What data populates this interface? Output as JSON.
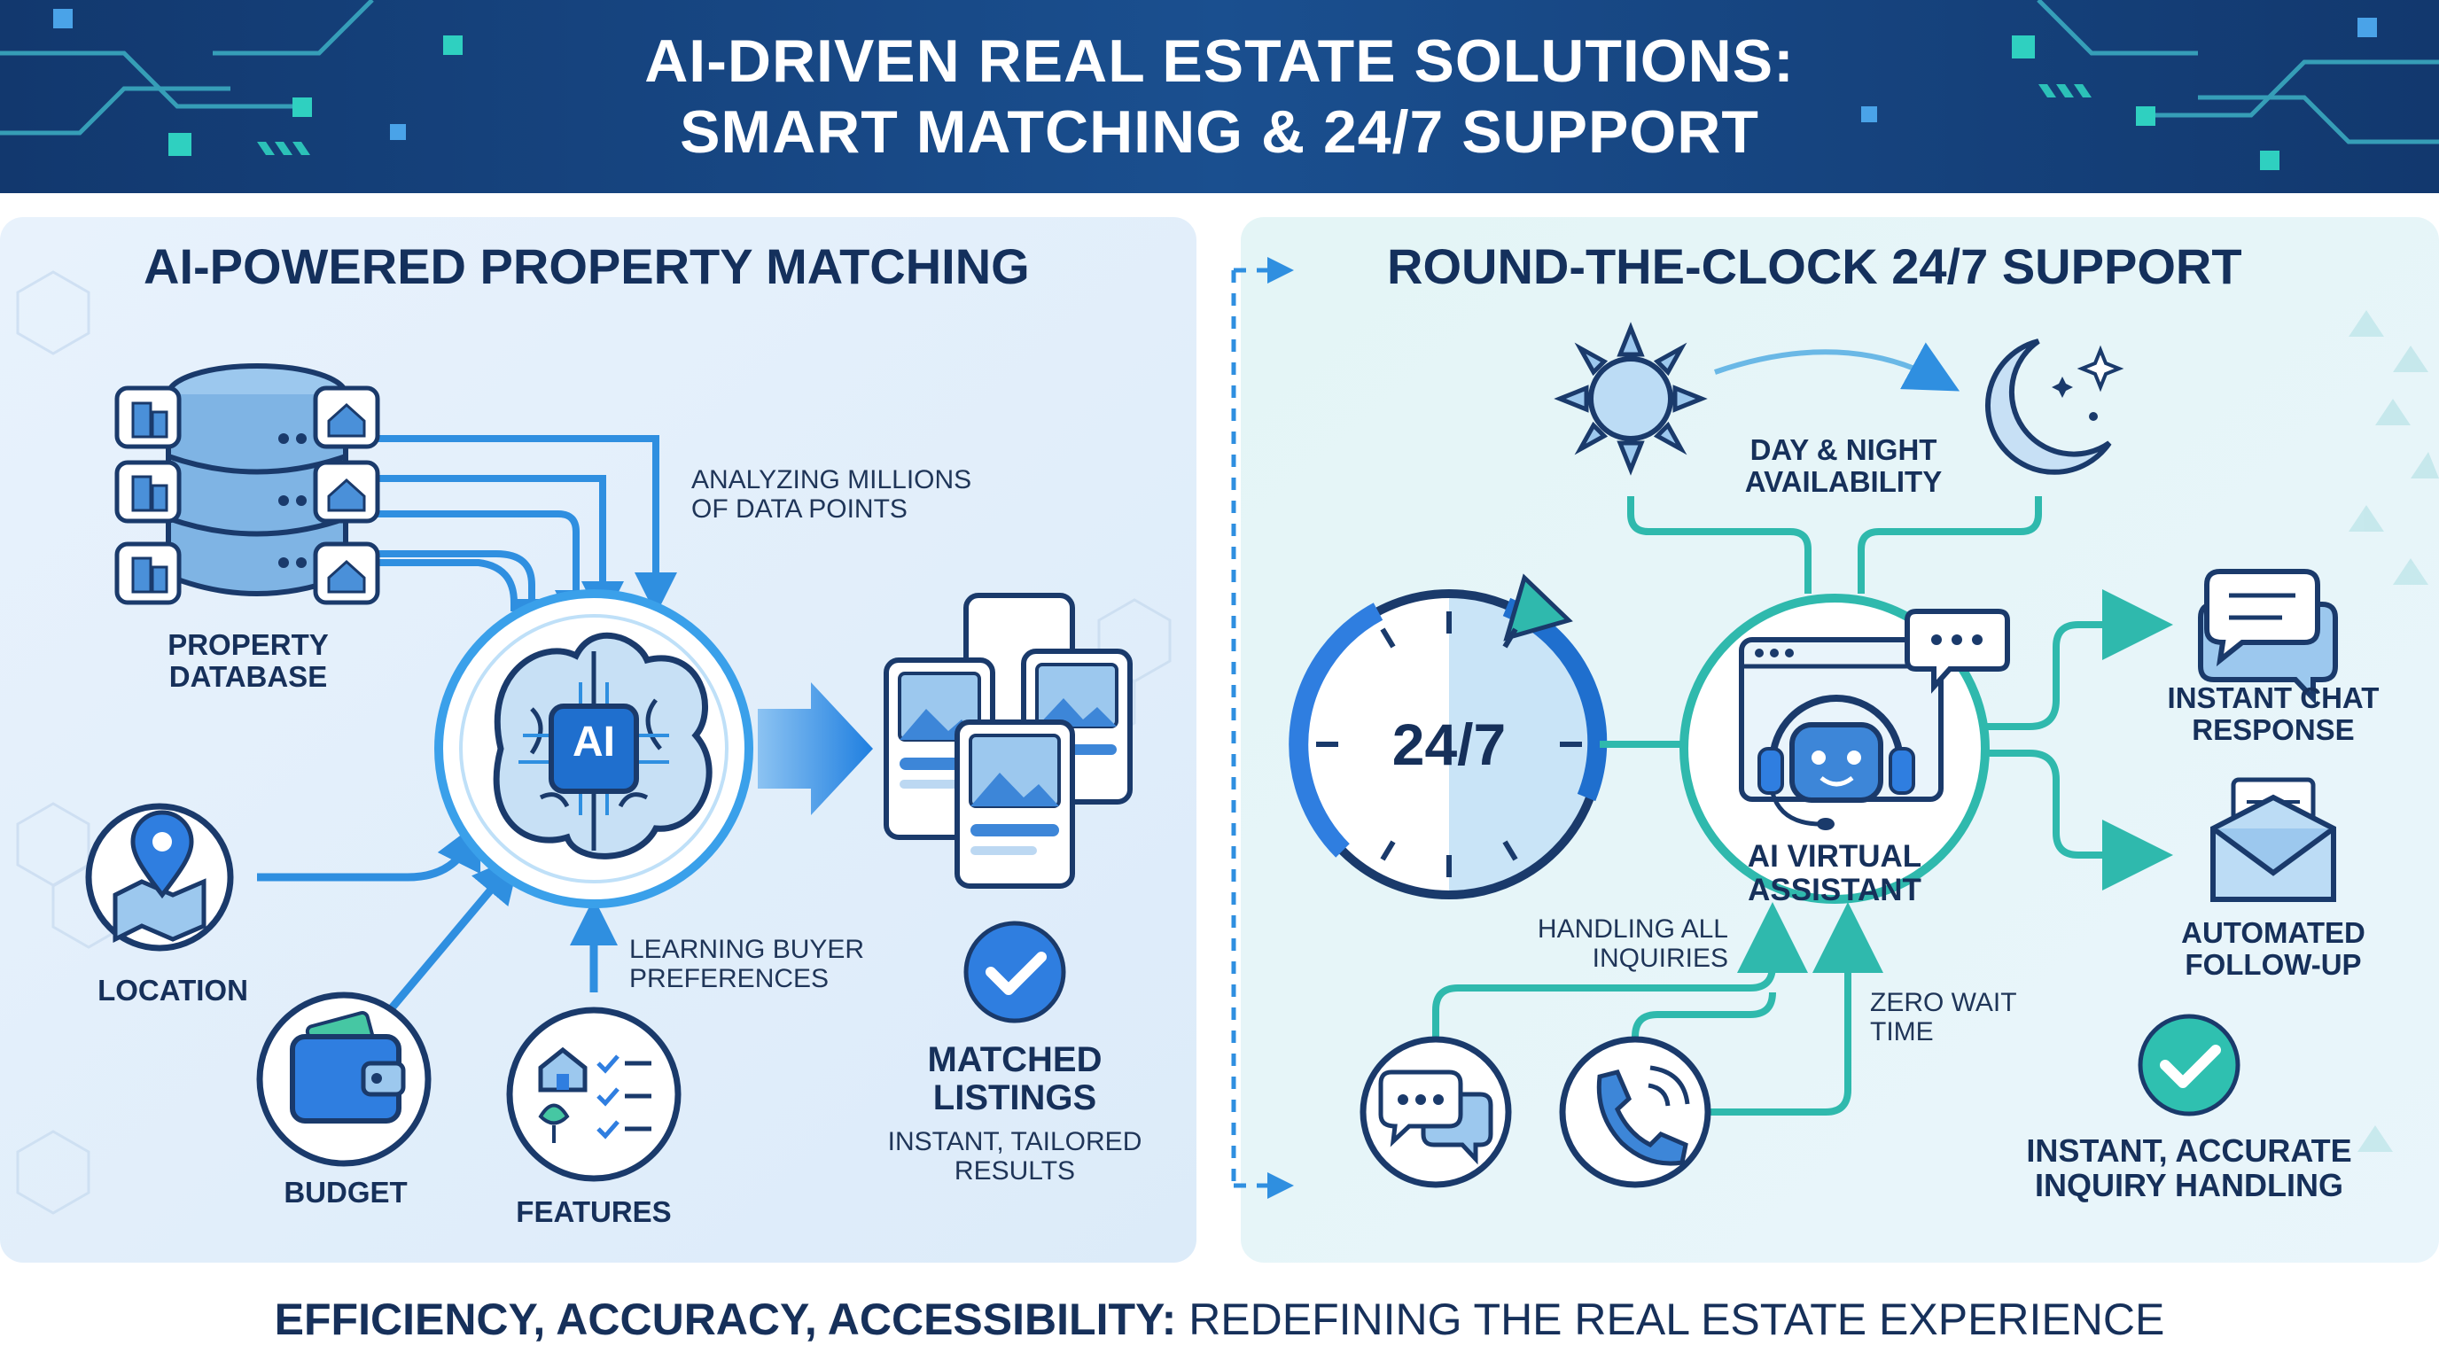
{
  "header": {
    "title_line1": "AI-DRIVEN REAL ESTATE SOLUTIONS:",
    "title_line2": "SMART MATCHING & 24/7 SUPPORT"
  },
  "left_panel": {
    "title": "AI-POWERED PROPERTY MATCHING",
    "database_label": "PROPERTY\nDATABASE",
    "analyzing_note": "ANALYZING MILLIONS\nOF DATA POINTS",
    "ai_badge": "AI",
    "location_label": "LOCATION",
    "budget_label": "BUDGET",
    "features_label": "FEATURES",
    "learning_note": "LEARNING BUYER\nPREFERENCES",
    "matched_label": "MATCHED\nLISTINGS",
    "matched_sub": "INSTANT, TAILORED\nRESULTS"
  },
  "right_panel": {
    "title": "ROUND-THE-CLOCK 24/7 SUPPORT",
    "availability_label": "DAY & NIGHT\nAVAILABILITY",
    "clock_text": "24/7",
    "assistant_label": "AI VIRTUAL\nASSISTANT",
    "chat_label": "INSTANT CHAT\nRESPONSE",
    "followup_label": "AUTOMATED\nFOLLOW-UP",
    "inquiries_note": "HANDLING ALL\nINQUIRIES",
    "wait_note": "ZERO WAIT\nTIME",
    "handling_label": "INSTANT, ACCURATE\nINQUIRY HANDLING"
  },
  "footer": {
    "bold": "EFFICIENCY, ACCURACY, ACCESSIBILITY:",
    "rest": " REDEFINING THE REAL ESTATE EXPERIENCE"
  },
  "colors": {
    "header_bg": "#12386e",
    "left_accent": "#2f8fe0",
    "right_accent": "#2fb9ad",
    "navy": "#1a3a6b"
  }
}
